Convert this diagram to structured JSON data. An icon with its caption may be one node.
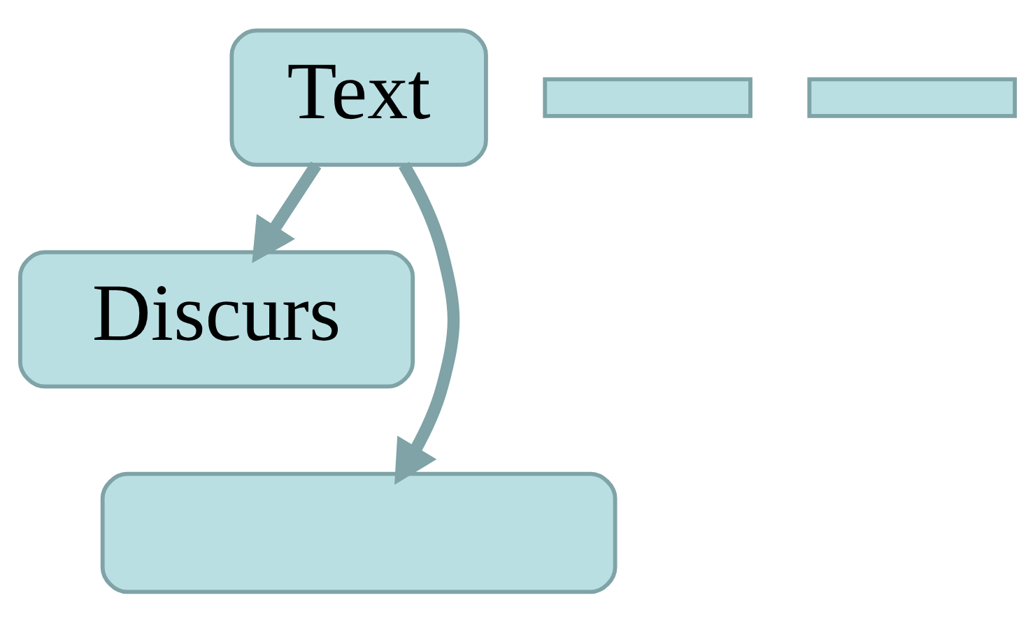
{
  "diagram": {
    "nodes": [
      {
        "text": [
          "Text"
        ]
      },
      {
        "text": [],
        "shape": "bar"
      },
      {
        "text": [],
        "shape": "bar"
      },
      {
        "text": [
          "Discurs"
        ]
      },
      {
        "text": [],
        "shape": "box"
      }
    ],
    "edges": [
      {
        "from": 0,
        "to": 4,
        "arrow": "to"
      },
      {
        "from": 0,
        "to": 3,
        "arrow": "to"
      }
    ]
  }
}
